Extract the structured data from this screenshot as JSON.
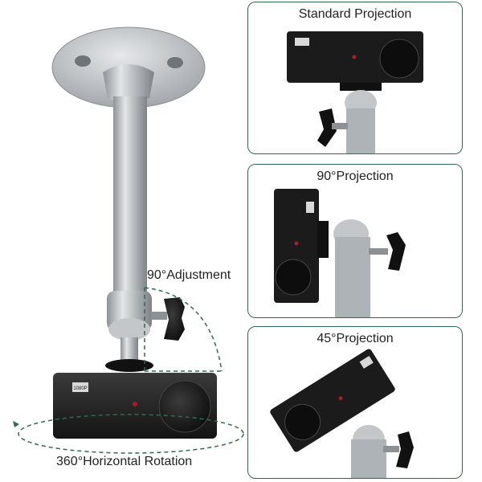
{
  "labels": {
    "adjustment": "90°Adjustment",
    "rotation": "360°Horizontal Rotation"
  },
  "panels": [
    {
      "title": "Standard Projection"
    },
    {
      "title": "90°Projection"
    },
    {
      "title": "45°Projection"
    }
  ],
  "badge_text": "1080P",
  "colors": {
    "panel_border": "#2f6b4f",
    "guide_dash": "#2f6b4f",
    "metal": "#b8bcc0",
    "projector": "#1e1e1e"
  }
}
